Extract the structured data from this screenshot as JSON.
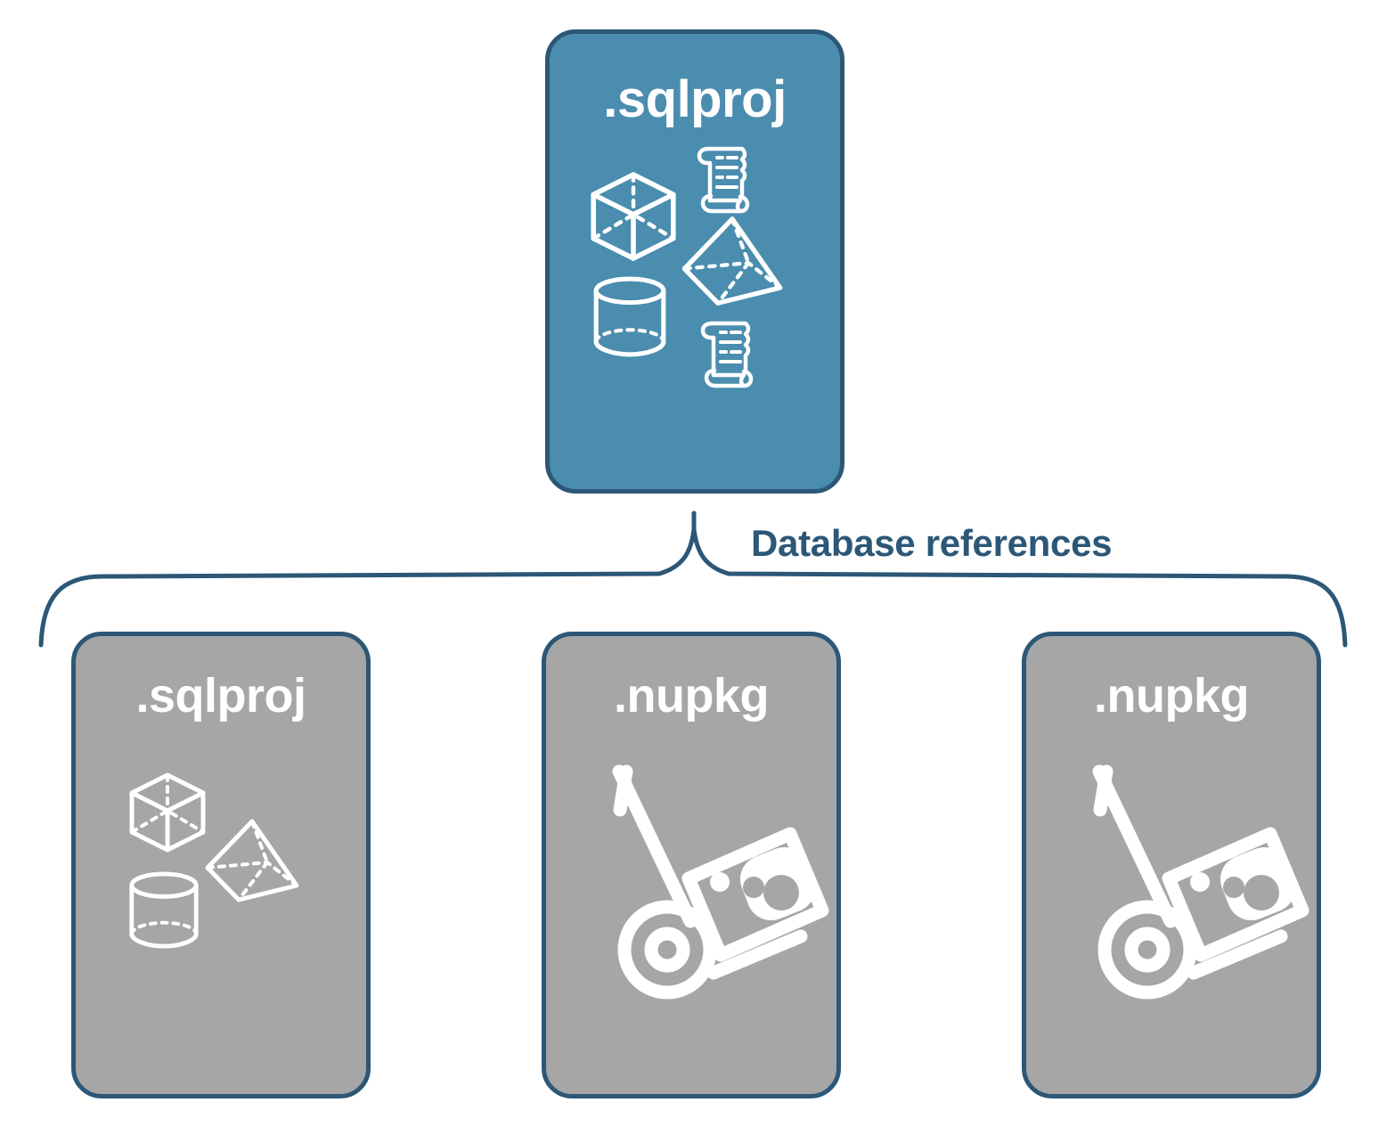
{
  "diagram": {
    "type": "hierarchy-with-brace",
    "background_color": "#FFFFFF",
    "accent_blue": "#4A8DAF",
    "border_navy": "#2C5777",
    "gray_fill": "#A6A6A6",
    "icon_white": "#FFFFFF"
  },
  "top_card": {
    "title": ".sqlproj",
    "fill_color": "#4A8DAF",
    "icons": [
      "cube-wireframe-icon",
      "scroll-script-icon",
      "pyramid-wireframe-icon",
      "cylinder-wireframe-icon",
      "scroll-script-icon"
    ]
  },
  "connector": {
    "label": "Database references",
    "label_color": "#2C5777",
    "style": "curly-brace",
    "children_count": 3
  },
  "children": [
    {
      "title": ".sqlproj",
      "fill_color": "#A6A6A6",
      "icons": [
        "cube-wireframe-icon",
        "pyramid-wireframe-icon",
        "cylinder-wireframe-icon"
      ]
    },
    {
      "title": ".nupkg",
      "fill_color": "#A6A6A6",
      "icons": [
        "nuget-hand-truck-icon"
      ]
    },
    {
      "title": ".nupkg",
      "fill_color": "#A6A6A6",
      "icons": [
        "nuget-hand-truck-icon"
      ]
    }
  ]
}
